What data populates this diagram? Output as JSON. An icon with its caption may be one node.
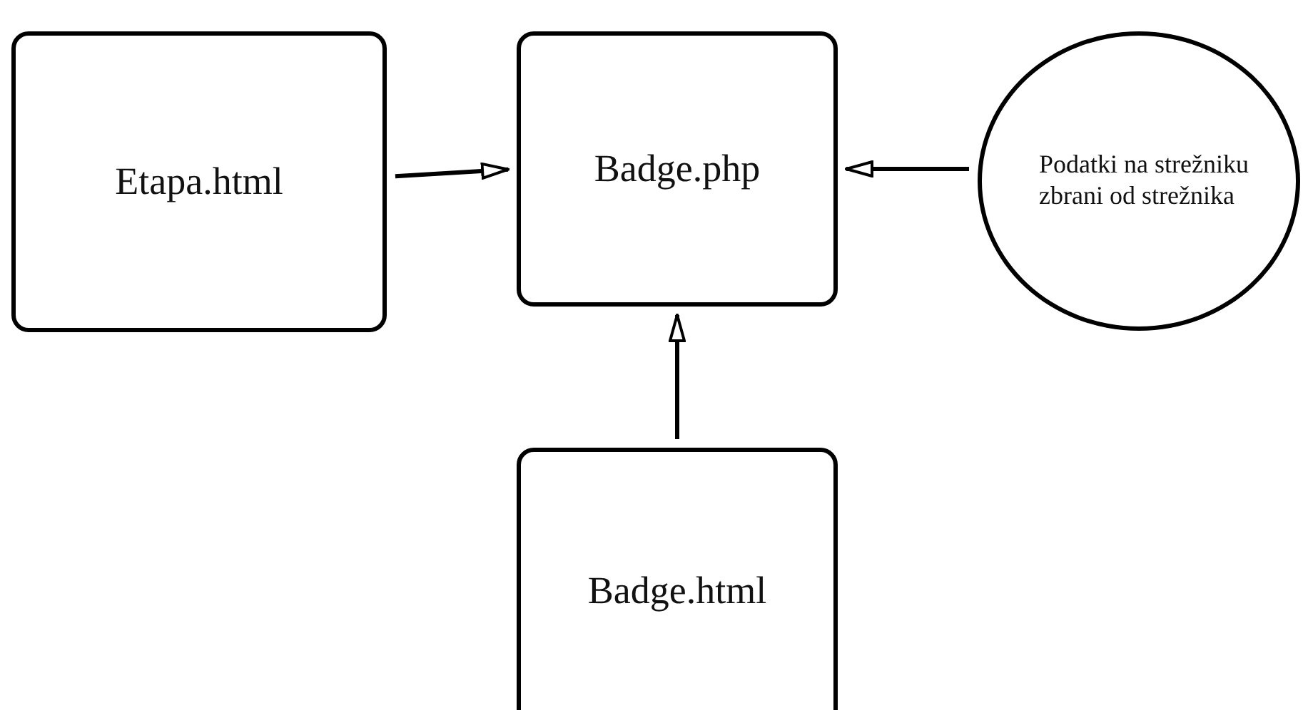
{
  "diagram": {
    "nodes": [
      {
        "text": [
          "Etapa.html"
        ]
      },
      {
        "text": [
          "Badge.php"
        ]
      },
      {
        "text": [
          "Podatki na strežniku zbrani od strežnika"
        ]
      },
      {
        "text": [
          "Badge.html"
        ]
      }
    ],
    "edges": [
      {
        "from": 0,
        "to": 1,
        "arrow": "to"
      },
      {
        "from": 2,
        "to": 1,
        "arrow": "to"
      },
      {
        "from": 3,
        "to": 1,
        "arrow": "to"
      }
    ]
  }
}
